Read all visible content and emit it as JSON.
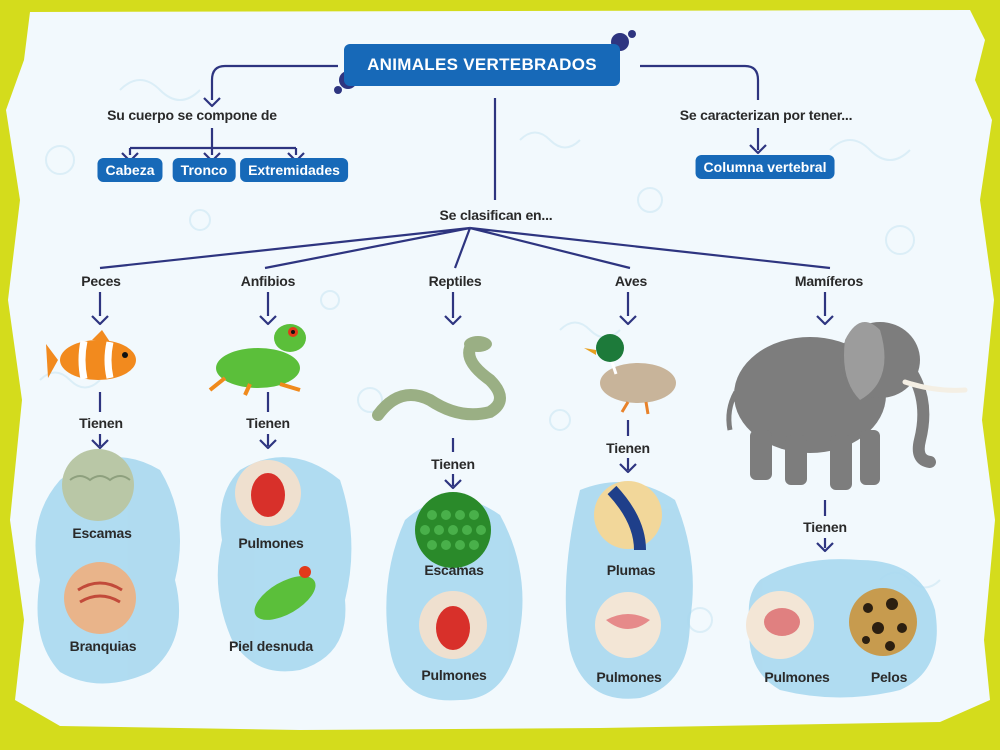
{
  "title": "ANIMALES VERTEBRADOS",
  "body_parts_label": "Su cuerpo se compone de",
  "body_parts": [
    "Cabeza",
    "Tronco",
    "Extremidades"
  ],
  "characteristic_label": "Se caracterizan por tener...",
  "characteristic": "Columna vertebral",
  "classification_label": "Se clasifican en...",
  "groups": [
    {
      "name": "Peces",
      "connector": "Tienen",
      "traits": [
        "Escamas",
        "Branquias"
      ]
    },
    {
      "name": "Anfibios",
      "connector": "Tienen",
      "traits": [
        "Pulmones",
        "Piel desnuda"
      ]
    },
    {
      "name": "Reptiles",
      "connector": "Tienen",
      "traits": [
        "Escamas",
        "Pulmones"
      ]
    },
    {
      "name": "Aves",
      "connector": "Tienen",
      "traits": [
        "Plumas",
        "Pulmones"
      ]
    },
    {
      "name": "Mamíferos",
      "connector": "Tienen",
      "traits": [
        "Pulmones",
        "Pelos"
      ]
    }
  ],
  "colors": {
    "frame": "#d4dc1c",
    "accent": "#1769b8",
    "line": "#2e3580",
    "blob": "#a9d8ef",
    "paper": "#f2f9fd"
  }
}
